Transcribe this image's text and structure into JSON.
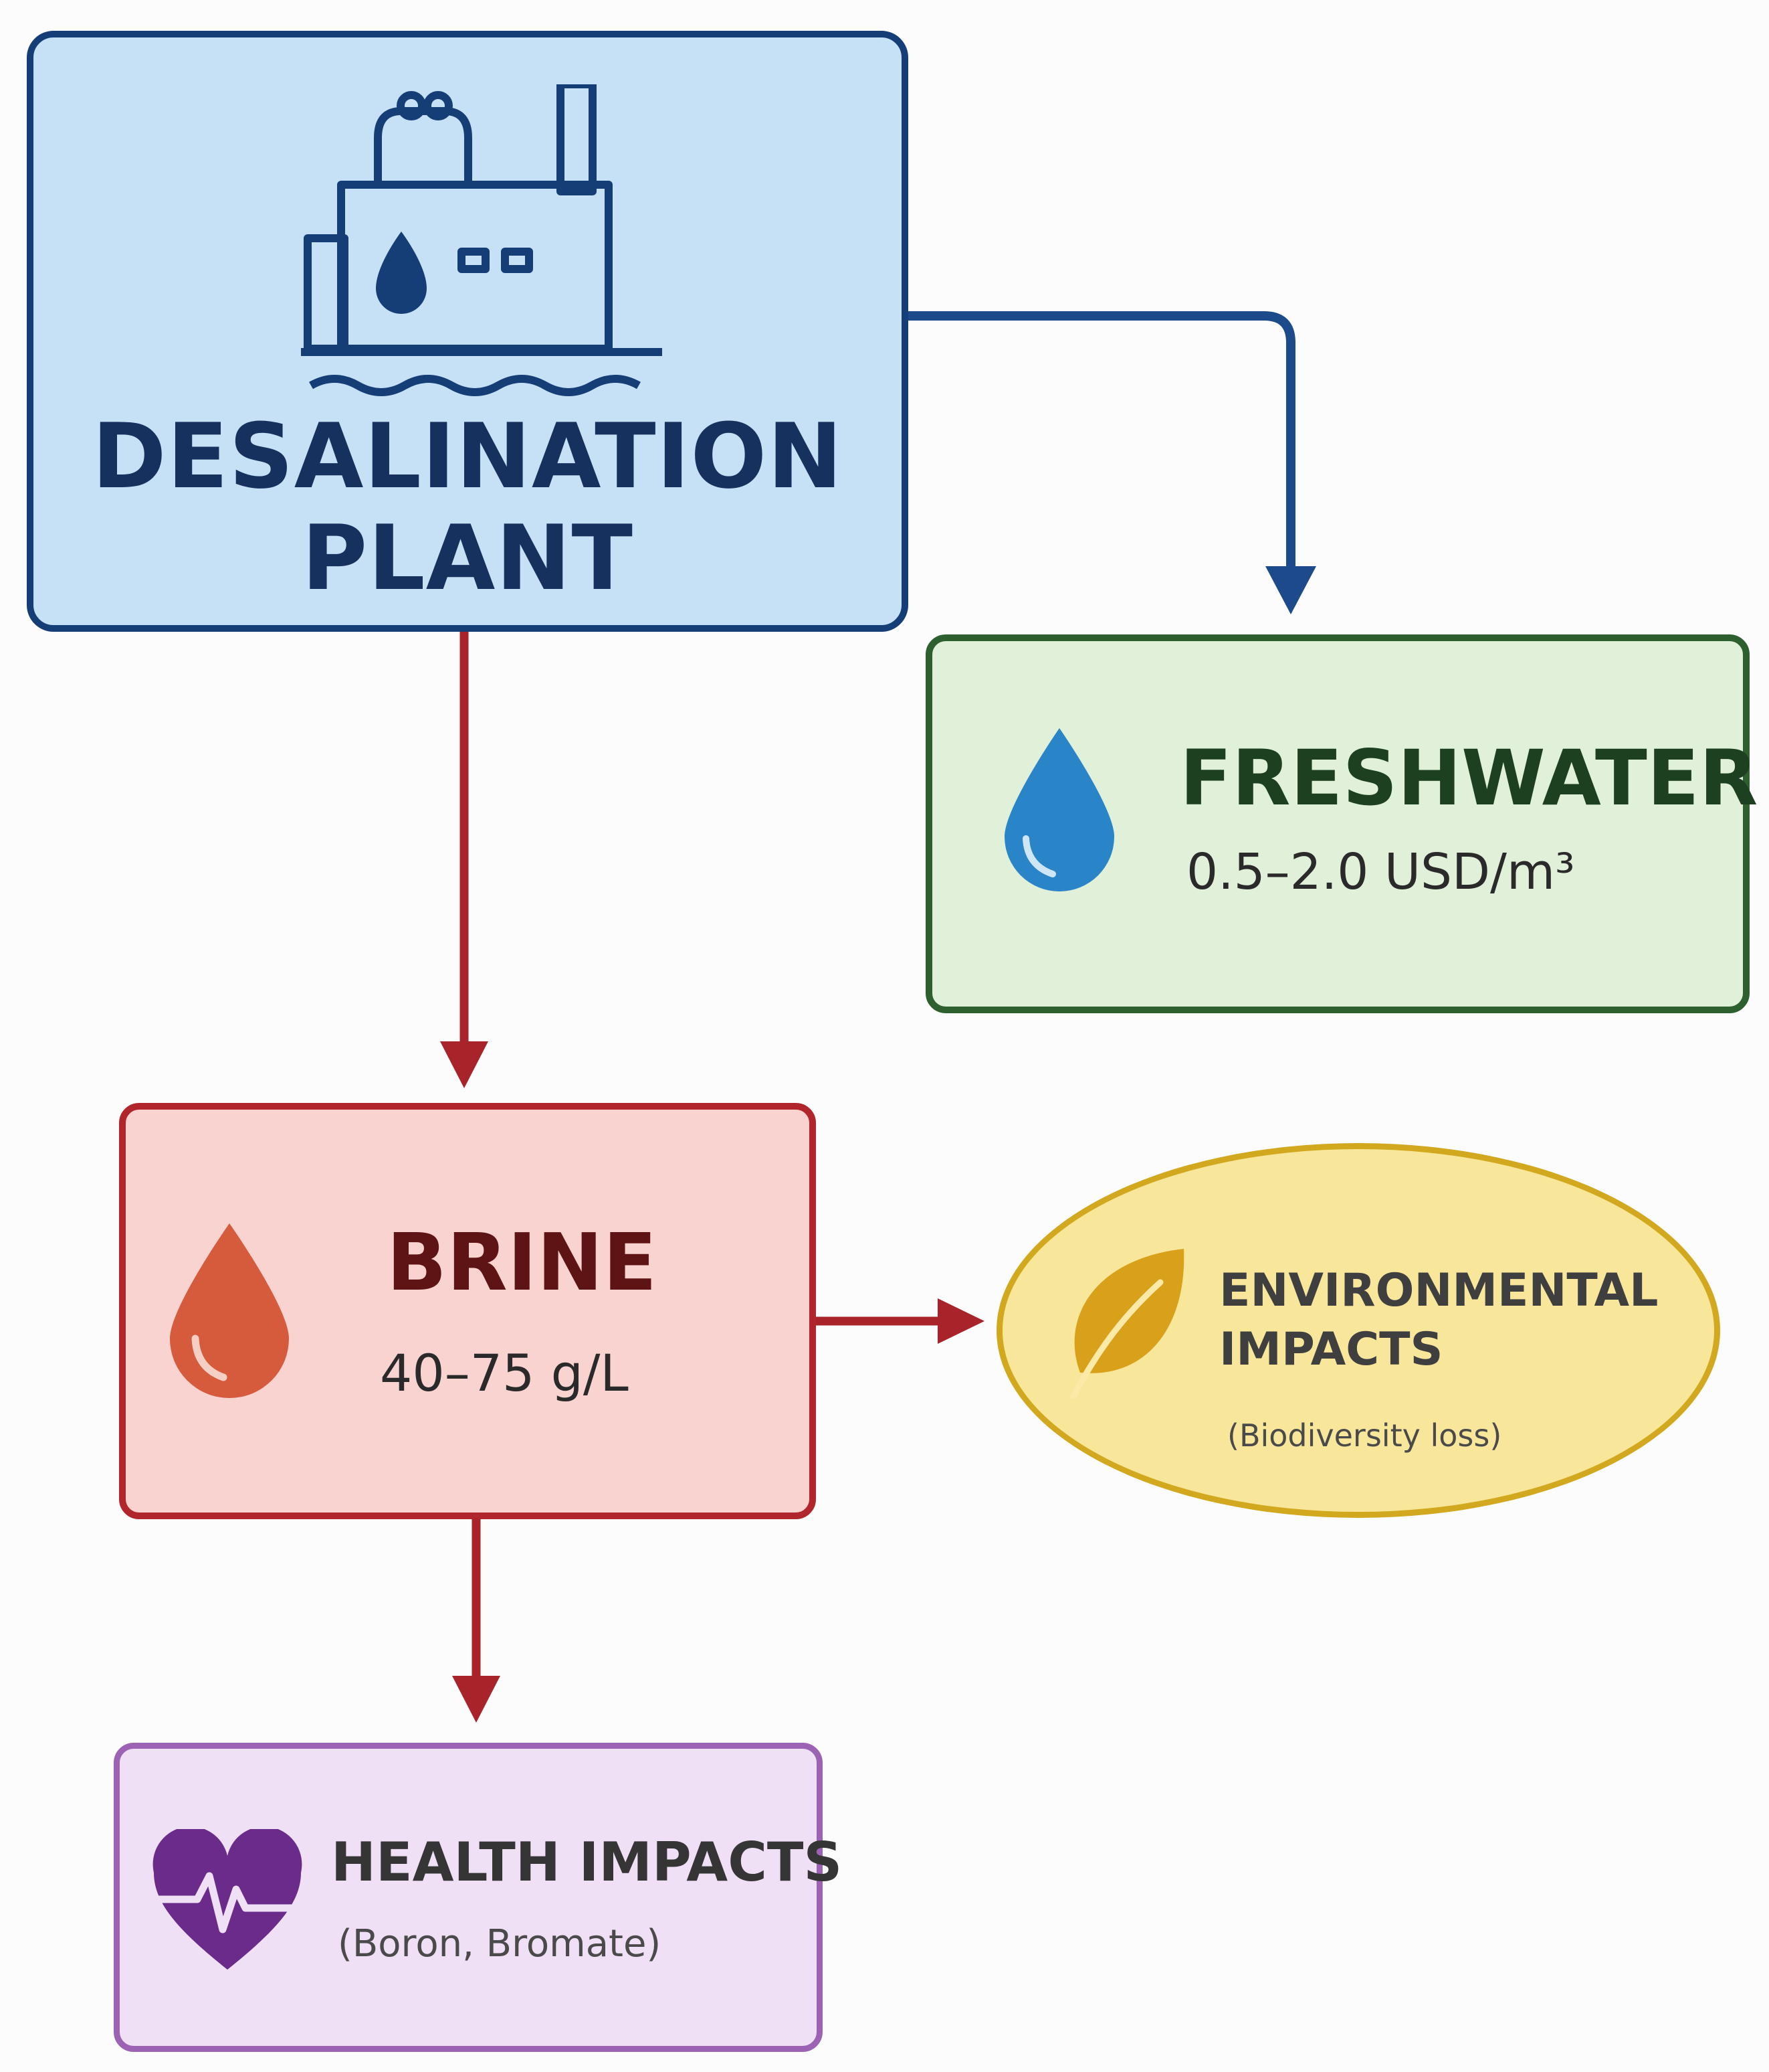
{
  "nodes": {
    "plant": {
      "title_line1": "DESALINATION",
      "title_line2": "PLANT",
      "icon": "factory-icon"
    },
    "freshwater": {
      "title": "FRESHWATER",
      "value": "0.5–2.0 USD/m³",
      "icon": "water-drop-icon"
    },
    "brine": {
      "title": "BRINE",
      "value": "40–75 g/L",
      "icon": "brine-drop-icon"
    },
    "environmental": {
      "title_line1": "ENVIRONMENTAL",
      "title_line2": "IMPACTS",
      "note": "(Biodiversity loss)",
      "icon": "leaf-icon"
    },
    "health": {
      "title": "HEALTH IMPACTS",
      "note": "(Boron, Bromate)",
      "icon": "heart-pulse-icon"
    }
  },
  "edges": [
    {
      "from": "plant",
      "to": "freshwater"
    },
    {
      "from": "plant",
      "to": "brine"
    },
    {
      "from": "brine",
      "to": "environmental"
    },
    {
      "from": "brine",
      "to": "health"
    }
  ],
  "colors": {
    "plant_fill": "#c6e1f5",
    "plant_border": "#163e76",
    "fresh_fill": "#e0f0d9",
    "fresh_border": "#2e5f2e",
    "brine_fill": "#f9d3d0",
    "brine_border": "#b1262c",
    "env_fill": "#f8e79a",
    "env_border": "#d2a81e",
    "health_fill": "#efe0f5",
    "health_border": "#9c63b5",
    "arrow_blue": "#1d4a8a",
    "arrow_red": "#a8232a"
  }
}
